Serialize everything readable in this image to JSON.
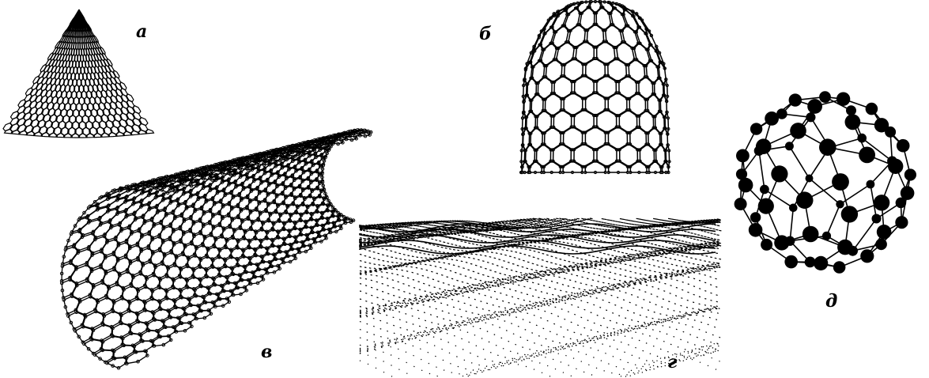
{
  "figure": {
    "panels": [
      {
        "id": "a",
        "label": "а",
        "structure": "cone"
      },
      {
        "id": "b",
        "label": "б",
        "structure": "capped-tube"
      },
      {
        "id": "v",
        "label": "в",
        "structure": "nanotube"
      },
      {
        "id": "g",
        "label": "г",
        "structure": "graphene-sheet"
      },
      {
        "id": "d",
        "label": "д",
        "structure": "fullerene"
      }
    ],
    "colors": {
      "ink": "#000000",
      "background": "#ffffff"
    }
  }
}
